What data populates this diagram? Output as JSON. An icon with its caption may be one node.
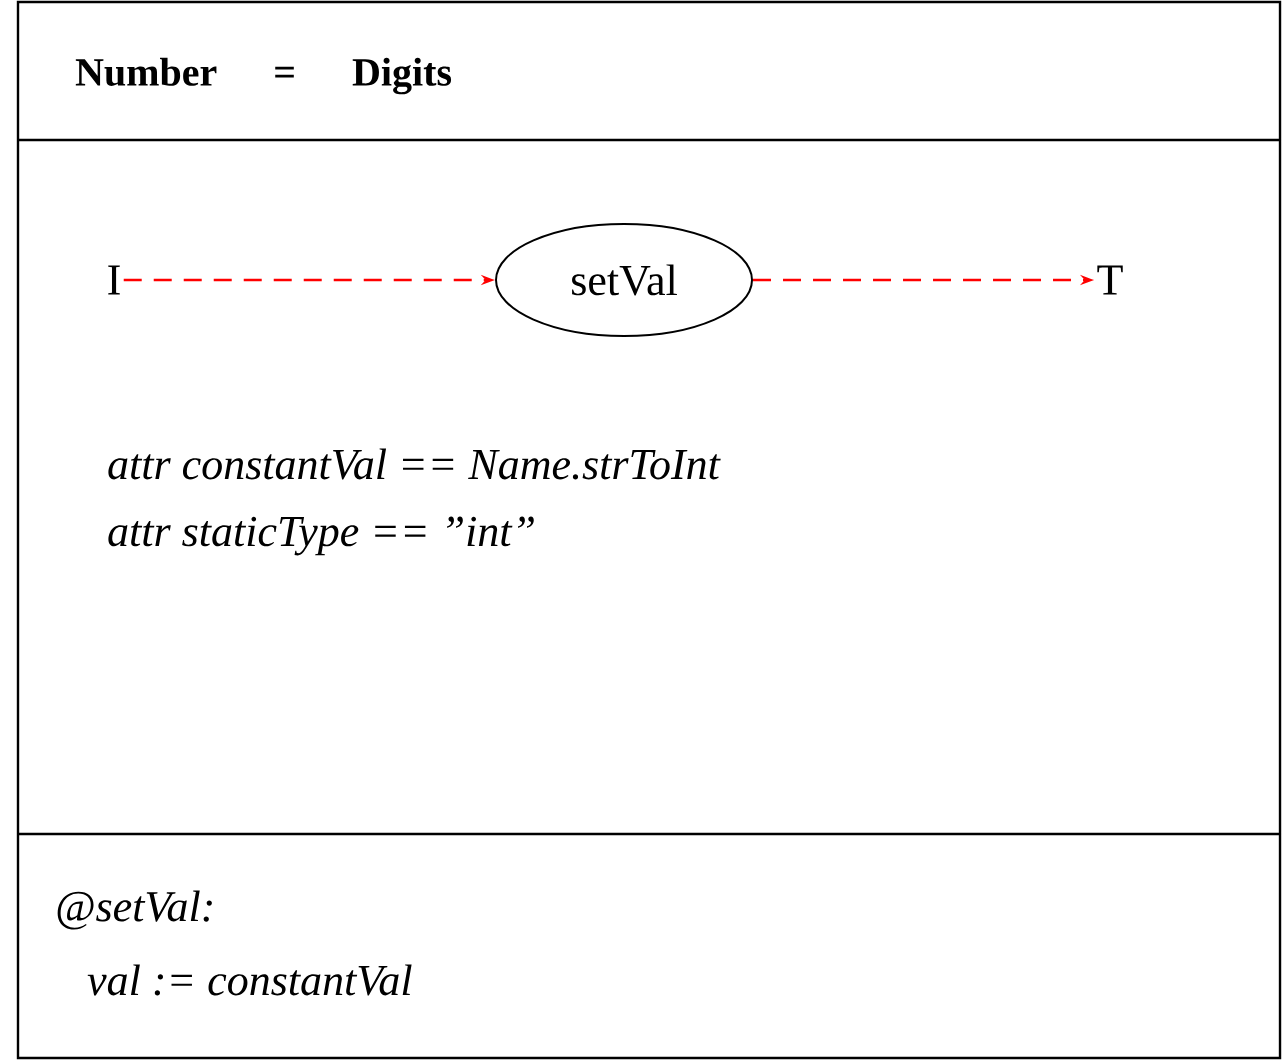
{
  "diagram": {
    "title": "Number = Digits",
    "nodes": [
      {
        "text": [
          "I"
        ]
      },
      {
        "text": [
          "setVal"
        ]
      },
      {
        "text": [
          "T"
        ]
      }
    ],
    "edges": [
      {
        "from": 0,
        "to": 1,
        "arrow": "to",
        "style": "dashed",
        "color": "#ff0000"
      },
      {
        "from": 1,
        "to": 2,
        "arrow": "to",
        "style": "dashed",
        "color": "#ff0000"
      }
    ],
    "labels": [
      "attr constantVal == Name.strToInt",
      "attr staticType == ”int”",
      "@setVal:",
      "val := constantVal"
    ]
  }
}
